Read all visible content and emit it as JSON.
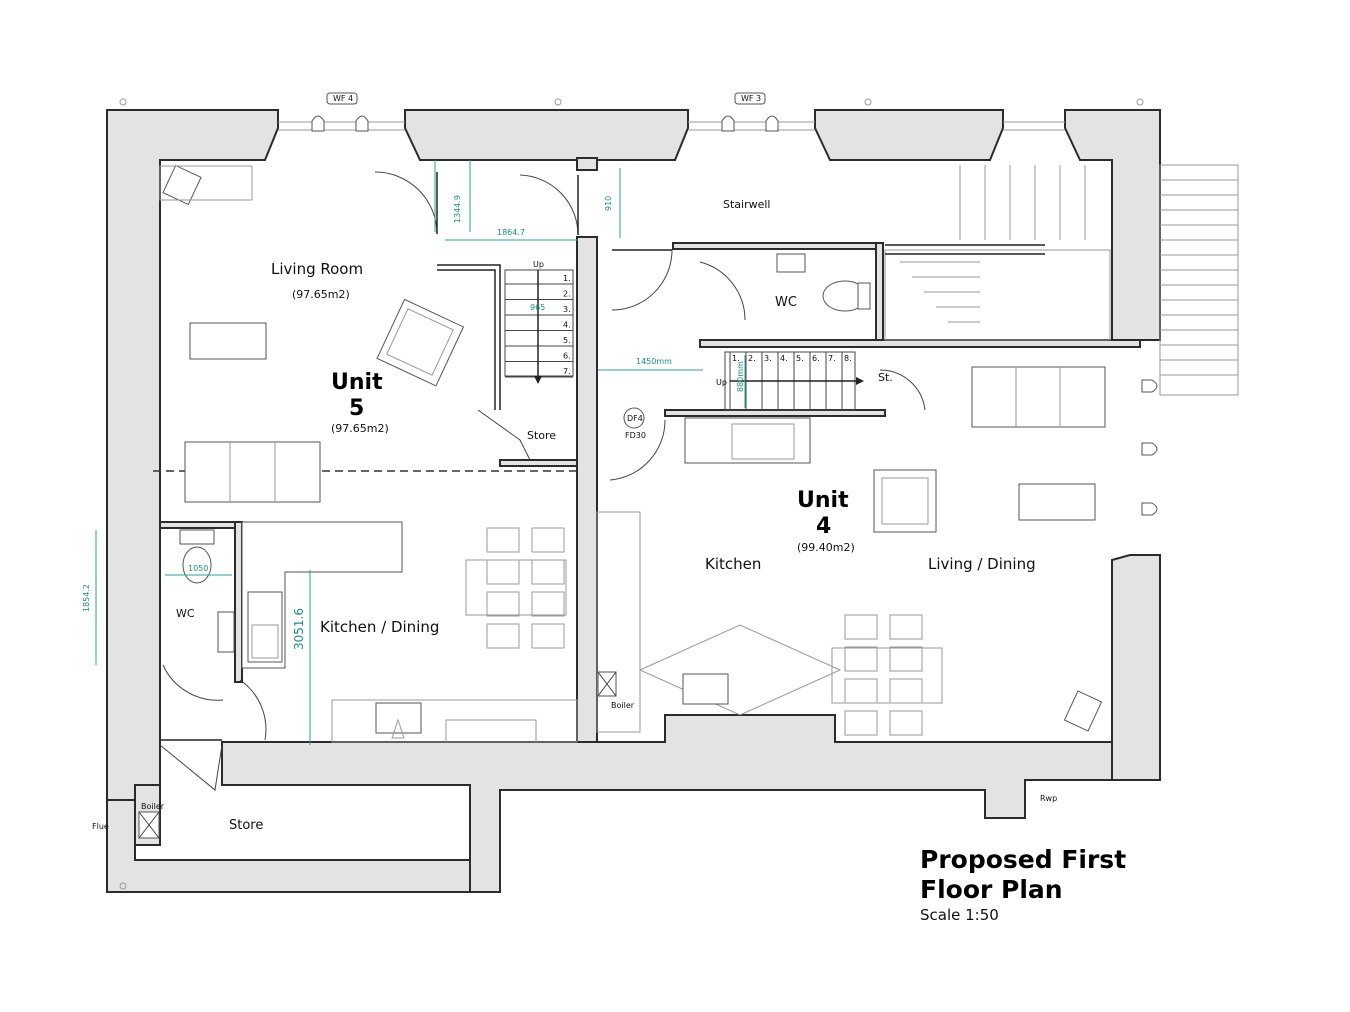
{
  "title": {
    "line1": "Proposed First",
    "line2": "Floor Plan",
    "scale": "Scale 1:50"
  },
  "tags": {
    "wf4": "WF 4",
    "wf3": "WF 3"
  },
  "unit5": {
    "label": "Unit",
    "number": "5",
    "area": "(97.65m2)",
    "rooms": {
      "living": "Living Room",
      "living_area": "(97.65m2)",
      "store": "Store",
      "wc": "WC",
      "kitchen_dining": "Kitchen / Dining",
      "lower_store": "Store",
      "boiler": "Boiler",
      "flue": "Flue",
      "stair_up": "Up"
    }
  },
  "unit4": {
    "label": "Unit",
    "number": "4",
    "area": "(99.40m2)",
    "rooms": {
      "kitchen": "Kitchen",
      "living_dining": "Living / Dining",
      "wc": "WC",
      "stairwell": "Stairwell",
      "st": "St.",
      "boiler": "Boiler",
      "rwp": "Rwp",
      "stair_up": "Up",
      "df": "DF4",
      "fd": "FD30"
    }
  },
  "dimensions": {
    "d1344": "1344.9",
    "d1864": "1864.7",
    "d910": "910",
    "d965": "965",
    "d1450": "1450mm",
    "d880": "880mm",
    "d1050": "1050",
    "d1854": "1854.2",
    "d3051": "3051.6"
  },
  "stair_numbers_unit5": [
    "1.",
    "2.",
    "3.",
    "4.",
    "5.",
    "6.",
    "7."
  ],
  "stair_numbers_unit4": [
    "1.",
    "2.",
    "3.",
    "4.",
    "5.",
    "6.",
    "7.",
    "8."
  ]
}
